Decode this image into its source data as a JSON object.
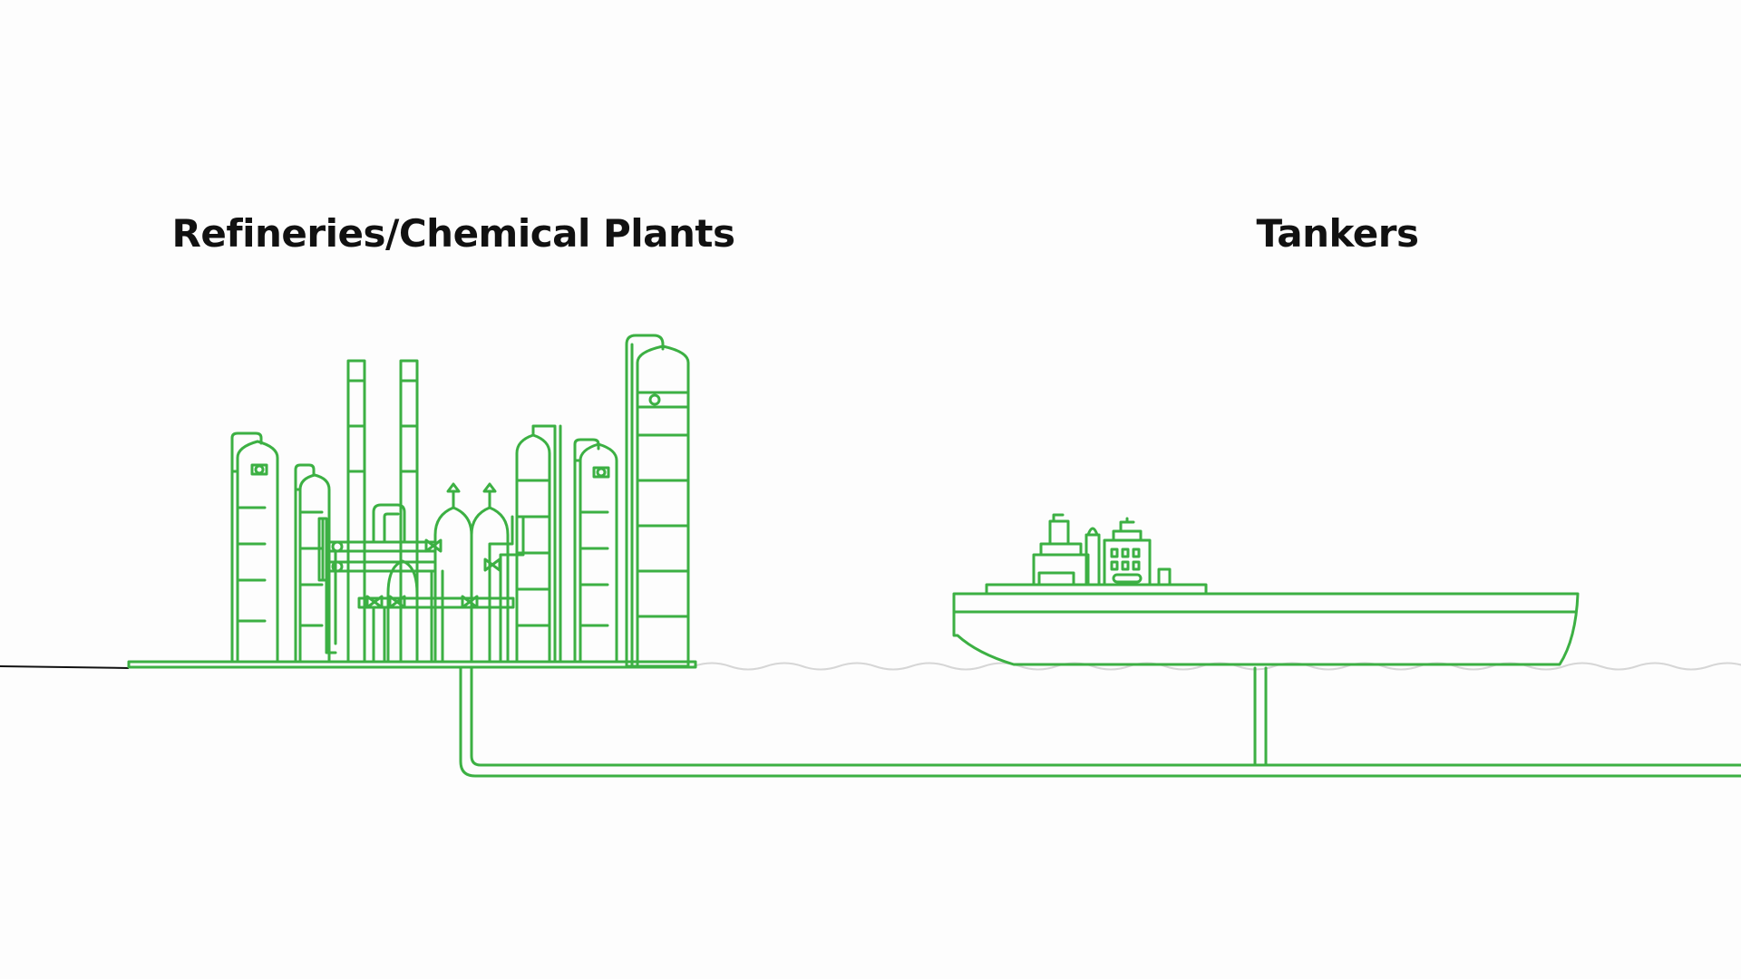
{
  "labels": {
    "refineries": "Refineries/Chemical Plants",
    "tankers": "Tankers"
  },
  "colors": {
    "line_green": "#3cb043",
    "water": "#d6d6d6",
    "ground": "#111111",
    "background": "#fdfdfd",
    "text": "#111111"
  },
  "icons": [
    "refinery-illustration",
    "tanker-ship-illustration",
    "pipeline",
    "water-wave"
  ]
}
